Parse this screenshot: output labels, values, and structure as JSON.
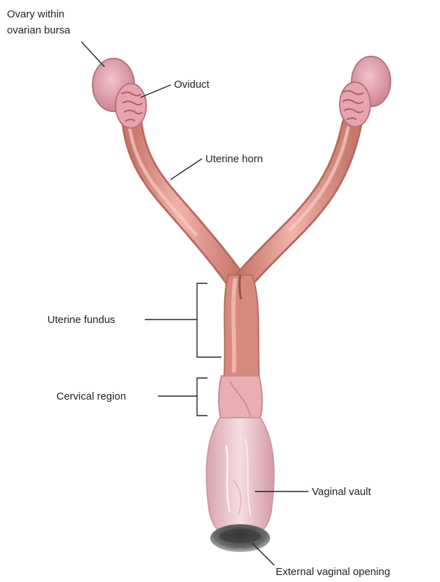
{
  "labels": {
    "ovary_line1": "Ovary within",
    "ovary_line2": "ovarian bursa",
    "oviduct": "Oviduct",
    "uterine_horn": "Uterine horn",
    "uterine_fundus": "Uterine fundus",
    "cervical_region": "Cervical region",
    "vaginal_vault": "Vaginal vault",
    "external_vaginal_opening": "External vaginal opening"
  },
  "colors": {
    "tissue": "#e59a8e",
    "tissue_dark": "#c8776c",
    "tissue_light": "#f2c6bf",
    "ovary": "#e7a7b2",
    "vagina": "#edc8cf",
    "opening": "#555555",
    "leader": "#222222"
  }
}
